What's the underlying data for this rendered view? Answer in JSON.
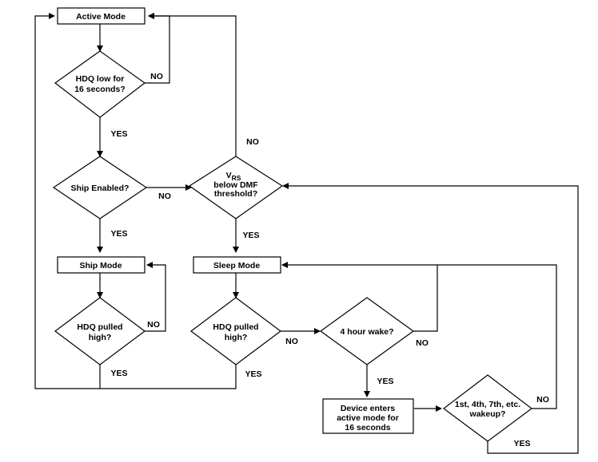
{
  "nodes": {
    "active_mode": {
      "label": "Active Mode"
    },
    "hdq_low": {
      "line1": "HDQ low for",
      "line2": "16 seconds?"
    },
    "ship_enabled": {
      "label": "Ship Enabled?"
    },
    "vrs_below": {
      "v": "V",
      "sub": "RS",
      "line2": "below DMF",
      "line3": "threshold?"
    },
    "ship_mode": {
      "label": "Ship Mode"
    },
    "sleep_mode": {
      "label": "Sleep Mode"
    },
    "hdq_pulled_high_ship": {
      "line1": "HDQ pulled",
      "line2": "high?"
    },
    "hdq_pulled_high_sleep": {
      "line1": "HDQ pulled",
      "line2": "high?"
    },
    "four_hour_wake": {
      "label": "4 hour wake?"
    },
    "device_enters": {
      "line1": "Device enters",
      "line2": "active mode for",
      "line3": "16 seconds"
    },
    "nth_wakeup": {
      "line1": "1st, 4th, 7th, etc.",
      "line2": "wakeup?"
    }
  },
  "edges": {
    "yes": "YES",
    "no": "NO"
  }
}
